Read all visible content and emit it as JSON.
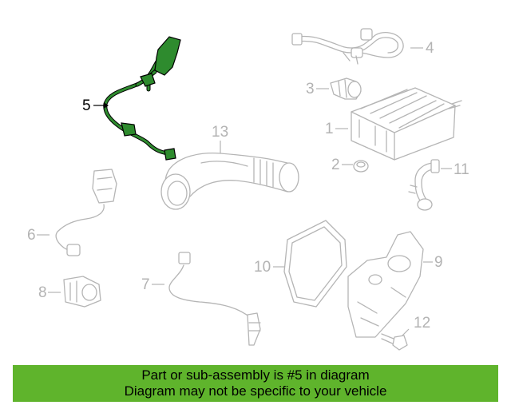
{
  "highlight_color": "#2e8b2e",
  "banner": {
    "color": "#5fb42c",
    "line1": "Part or sub-assembly is #5 in diagram",
    "line2": "Diagram may not be specific to your vehicle"
  },
  "callouts": {
    "c1": "1",
    "c2": "2",
    "c3": "3",
    "c4": "4",
    "c5": "5",
    "c6": "6",
    "c7": "7",
    "c8": "8",
    "c9": "9",
    "c10": "10",
    "c11": "11",
    "c12": "12",
    "c13": "13"
  },
  "highlighted_part": "5"
}
